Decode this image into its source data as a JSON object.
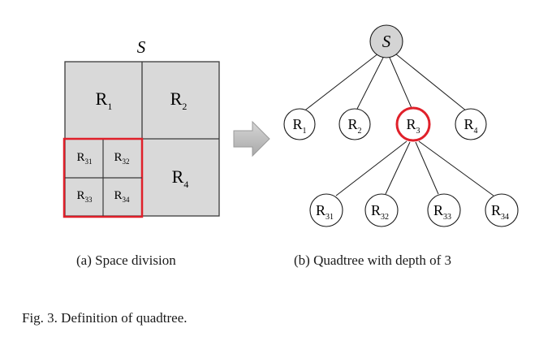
{
  "space_division": {
    "root_label": "S",
    "regions": {
      "r1": {
        "base": "R",
        "sub": "1"
      },
      "r2": {
        "base": "R",
        "sub": "2"
      },
      "r4": {
        "base": "R",
        "sub": "4"
      },
      "r31": {
        "base": "R",
        "sub": "31"
      },
      "r32": {
        "base": "R",
        "sub": "32"
      },
      "r33": {
        "base": "R",
        "sub": "33"
      },
      "r34": {
        "base": "R",
        "sub": "34"
      }
    },
    "caption": "(a) Space division"
  },
  "quadtree": {
    "root_label": "S",
    "level1": [
      {
        "base": "R",
        "sub": "1"
      },
      {
        "base": "R",
        "sub": "2"
      },
      {
        "base": "R",
        "sub": "3",
        "highlighted": true
      },
      {
        "base": "R",
        "sub": "4"
      }
    ],
    "level2": [
      {
        "base": "R",
        "sub": "31"
      },
      {
        "base": "R",
        "sub": "32"
      },
      {
        "base": "R",
        "sub": "33"
      },
      {
        "base": "R",
        "sub": "34"
      }
    ],
    "caption": "(b) Quadtree with depth of 3"
  },
  "colors": {
    "region_fill": "#d9d9d9",
    "highlight": "#e0202a",
    "arrow_fill": "#bdbdbd",
    "root_fill": "#d4d4d4"
  },
  "figure_caption": "Fig. 3.  Definition of quadtree."
}
